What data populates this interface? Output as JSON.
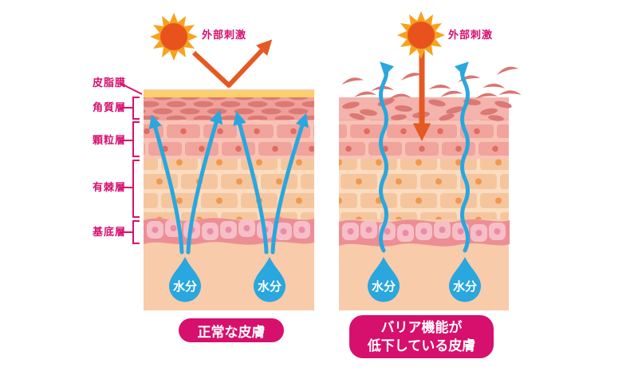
{
  "layer_labels": {
    "sebum_film": "皮脂膜",
    "stratum_corneum": "角質層",
    "granular_layer": "顆粒層",
    "spinous_layer": "有棘層",
    "basal_layer": "基底層"
  },
  "left_panel": {
    "stimulus_label": "外部刺激",
    "moisture_label": "水分",
    "caption": "正常な皮膚"
  },
  "right_panel": {
    "stimulus_label": "外部刺激",
    "moisture_label": "水分",
    "caption_line1": "バリア機能が",
    "caption_line2": "低下している皮膚"
  },
  "colors": {
    "accent_magenta": "#D80F6F",
    "caption_bg": "#D6106C",
    "moisture_blue": "#29A7DE",
    "stimulus_orange": "#E45A22",
    "sun_core": "#E8531D",
    "sun_rays": "#F6A21D",
    "sebum_yellow": "#FAD068",
    "horny_bg": "#F0A09B",
    "horny_cell": "#DB7974",
    "granular_bg": "#F8C2B7",
    "granular_brick": "#F0A49B",
    "spinous_bg": "#FBDCC0",
    "spinous_brick": "#F5C69E",
    "basal_band": "#EC8E94",
    "basal_cell": "#F6BFC7",
    "dermis": "#F8CBAA",
    "flake": "#D97670"
  }
}
